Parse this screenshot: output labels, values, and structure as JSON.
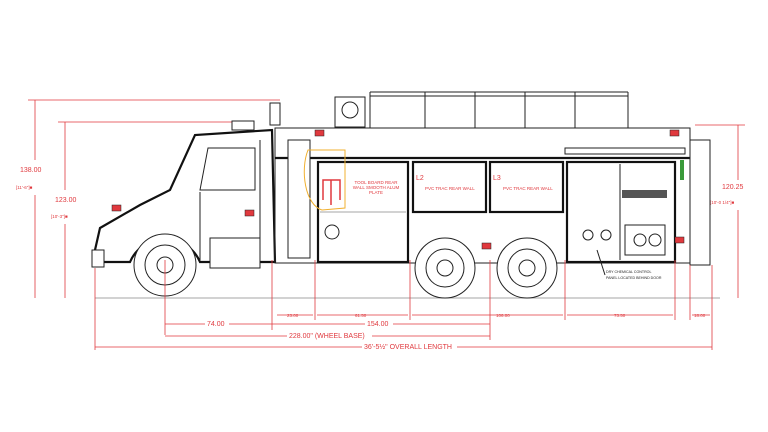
{
  "colors": {
    "dimension": "#e0393e",
    "outline": "#222222",
    "marker_green": "#3a9a3a",
    "accent_yellow": "#f0b030"
  },
  "heights": {
    "overall": {
      "value": "138.00",
      "imperial": "[11'-6\"]■"
    },
    "cab": {
      "value": "123.00",
      "imperial": "[10'-3\"]■"
    },
    "body": {
      "value": "120.25",
      "imperial": "[10'-0 1/4\"]■"
    }
  },
  "compartments": {
    "l1_note": "TOOL BOARD REAR WALL SMOOTH ALUM PLATE",
    "l2_label": "L2",
    "l2_note": "PVC TRAC REAR WALL",
    "l3_label": "L3",
    "l3_note": "PVC TRAC REAR WALL"
  },
  "callout": {
    "line1": "DRY CHEMICAL CONTROL",
    "line2": "PANEL LOCATED BEHIND DOOR"
  },
  "lengths": {
    "d1": "23.00",
    "d2": "61.50",
    "d3": "106.00",
    "d4": "73.50",
    "d5": "18.00",
    "front_axle_to_body": "74.00",
    "body_to_rear_axle": "154.00",
    "wheel_base": "228.00\" (WHEEL BASE)",
    "overall": "36'-5½\" OVERALL LENGTH"
  }
}
